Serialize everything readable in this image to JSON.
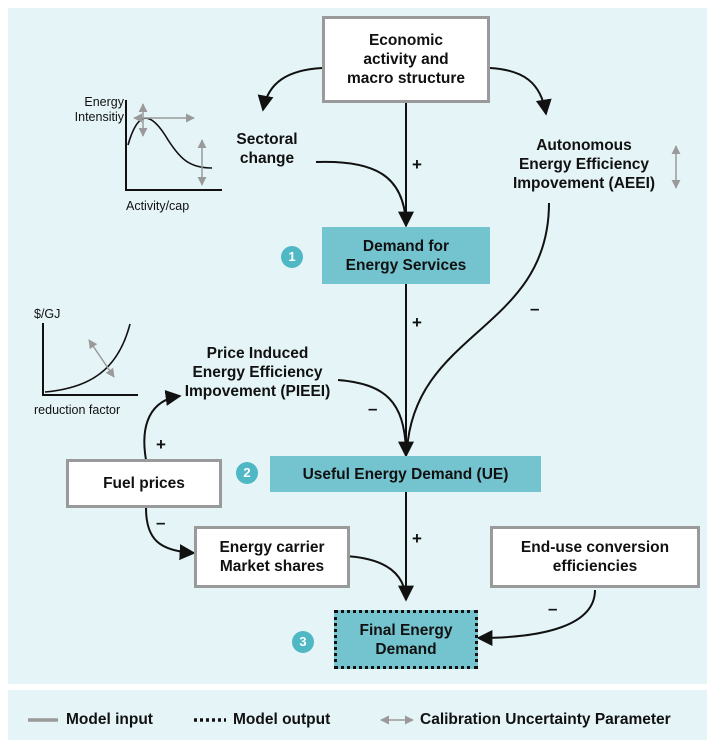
{
  "nodes": {
    "economic_activity": "Economic\nactivity and\nmacro structure",
    "sectoral_change": "Sectoral\nchange",
    "aeei": "Autonomous\nEnergy Efficiency\nImpovement (AEEI)",
    "demand_energy_services": "Demand for\nEnergy Services",
    "pieei": "Price Induced\nEnergy Efficiency\nImpovement (PIEEI)",
    "useful_energy_demand": "Useful Energy Demand (UE)",
    "fuel_prices": "Fuel prices",
    "energy_carrier": "Energy carrier\nMarket shares",
    "end_use_conversion": "End-use conversion\nefficiencies",
    "final_energy_demand": "Final Energy\nDemand"
  },
  "step_numbers": [
    "1",
    "2",
    "3"
  ],
  "signs": {
    "sectoral_to_demand": "+",
    "aeei_to_ue": "–",
    "demand_to_ue": "+",
    "pieei_to_ue": "–",
    "fuel_to_pieei": "+",
    "fuel_to_carrier": "–",
    "ue_to_final": "+",
    "enduse_to_final": "–"
  },
  "mini_charts": {
    "intensity": {
      "ylabel": "Energy\nIntensitiy",
      "xlabel": "Activity/cap"
    },
    "price": {
      "ylabel": "$/GJ",
      "xlabel": "reduction factor"
    }
  },
  "legend": {
    "model_input": "Model input",
    "model_output": "Model output",
    "calibration": "Calibration Uncertainty Parameter"
  },
  "colors": {
    "teal_box": "#74c4cf",
    "teal_circle": "#4fb8c4",
    "panel_background": "#e5f4f7",
    "input_border": "#9a9a9a",
    "calibration_arrow": "#9a9a9a"
  }
}
